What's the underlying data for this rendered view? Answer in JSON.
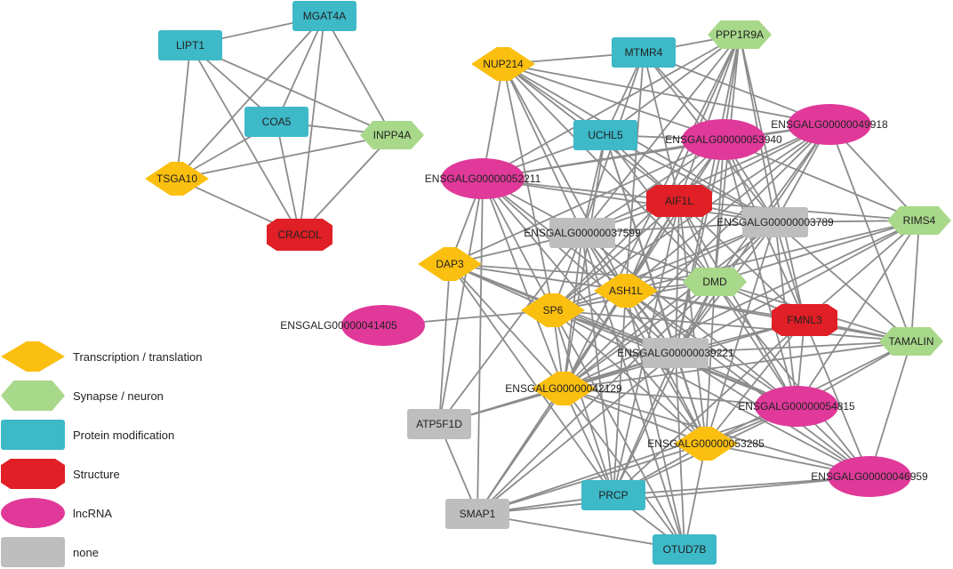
{
  "categories": {
    "transcription": {
      "label": "Transcription / translation",
      "color": "#FBBF0F"
    },
    "synapse": {
      "label": "Synapse / neuron",
      "color": "#A8D88A"
    },
    "protein": {
      "label": "Protein modification",
      "color": "#3DB9C8"
    },
    "structure": {
      "label": "Structure",
      "color": "#E01F26"
    },
    "lncrna": {
      "label": "lncRNA",
      "color": "#E0399A"
    },
    "none": {
      "label": "none",
      "color": "#BEBEBE"
    }
  },
  "legend": [
    "transcription",
    "synapse",
    "protein",
    "structure",
    "lncrna",
    "none"
  ],
  "nodes": [
    {
      "id": "LIPT1",
      "label": "LIPT1",
      "category": "protein"
    },
    {
      "id": "MGAT4A",
      "label": "MGAT4A",
      "category": "protein"
    },
    {
      "id": "COA5",
      "label": "COA5",
      "category": "protein"
    },
    {
      "id": "INPP4A",
      "label": "INPP4A",
      "category": "synapse"
    },
    {
      "id": "TSGA10",
      "label": "TSGA10",
      "category": "transcription"
    },
    {
      "id": "CRACDL",
      "label": "CRACDL",
      "category": "structure"
    },
    {
      "id": "NUP214",
      "label": "NUP214",
      "category": "transcription"
    },
    {
      "id": "MTMR4",
      "label": "MTMR4",
      "category": "protein"
    },
    {
      "id": "PPP1R9A",
      "label": "PPP1R9A",
      "category": "synapse"
    },
    {
      "id": "UCHL5",
      "label": "UCHL5",
      "category": "protein"
    },
    {
      "id": "E53940",
      "label": "ENSGALG00000053940",
      "category": "lncrna"
    },
    {
      "id": "E49918",
      "label": "ENSGALG00000049918",
      "category": "lncrna"
    },
    {
      "id": "E52211",
      "label": "ENSGALG00000052211",
      "category": "lncrna"
    },
    {
      "id": "AIF1L",
      "label": "AIF1L",
      "category": "structure"
    },
    {
      "id": "E37599",
      "label": "ENSGALG00000037599",
      "category": "none"
    },
    {
      "id": "E03789",
      "label": "ENSGALG00000003789",
      "category": "none"
    },
    {
      "id": "RIMS4",
      "label": "RIMS4",
      "category": "synapse"
    },
    {
      "id": "DAP3",
      "label": "DAP3",
      "category": "transcription"
    },
    {
      "id": "ASH1L",
      "label": "ASH1L",
      "category": "transcription"
    },
    {
      "id": "DMD",
      "label": "DMD",
      "category": "synapse"
    },
    {
      "id": "SP6",
      "label": "SP6",
      "category": "transcription"
    },
    {
      "id": "E41405",
      "label": "ENSGALG00000041405",
      "category": "lncrna"
    },
    {
      "id": "FMNL3",
      "label": "FMNL3",
      "category": "structure"
    },
    {
      "id": "TAMALIN",
      "label": "TAMALIN",
      "category": "synapse"
    },
    {
      "id": "E39221",
      "label": "ENSGALG00000039221",
      "category": "none"
    },
    {
      "id": "E42129",
      "label": "ENSGALG00000042129",
      "category": "transcription"
    },
    {
      "id": "E54815",
      "label": "ENSGALG00000054815",
      "category": "lncrna"
    },
    {
      "id": "ATP5F1D",
      "label": "ATP5F1D",
      "category": "none"
    },
    {
      "id": "E53285",
      "label": "ENSGALG00000053285",
      "category": "transcription"
    },
    {
      "id": "E46959",
      "label": "ENSGALG00000046959",
      "category": "lncrna"
    },
    {
      "id": "PRCP",
      "label": "PRCP",
      "category": "protein"
    },
    {
      "id": "SMAP1",
      "label": "SMAP1",
      "category": "none"
    },
    {
      "id": "OTUD7B",
      "label": "OTUD7B",
      "category": "protein"
    }
  ],
  "edges": [
    [
      "LIPT1",
      "MGAT4A"
    ],
    [
      "LIPT1",
      "INPP4A"
    ],
    [
      "LIPT1",
      "TSGA10"
    ],
    [
      "LIPT1",
      "CRACDL"
    ],
    [
      "LIPT1",
      "COA5"
    ],
    [
      "MGAT4A",
      "COA5"
    ],
    [
      "MGAT4A",
      "INPP4A"
    ],
    [
      "MGAT4A",
      "TSGA10"
    ],
    [
      "MGAT4A",
      "CRACDL"
    ],
    [
      "COA5",
      "INPP4A"
    ],
    [
      "COA5",
      "TSGA10"
    ],
    [
      "COA5",
      "CRACDL"
    ],
    [
      "INPP4A",
      "TSGA10"
    ],
    [
      "INPP4A",
      "CRACDL"
    ],
    [
      "TSGA10",
      "CRACDL"
    ],
    [
      "NUP214",
      "MTMR4"
    ],
    [
      "NUP214",
      "UCHL5"
    ],
    [
      "NUP214",
      "E53940"
    ],
    [
      "NUP214",
      "E49918"
    ],
    [
      "NUP214",
      "E52211"
    ],
    [
      "NUP214",
      "AIF1L"
    ],
    [
      "NUP214",
      "E37599"
    ],
    [
      "NUP214",
      "E03789"
    ],
    [
      "NUP214",
      "ASH1L"
    ],
    [
      "NUP214",
      "DMD"
    ],
    [
      "NUP214",
      "SP6"
    ],
    [
      "MTMR4",
      "PPP1R9A"
    ],
    [
      "MTMR4",
      "UCHL5"
    ],
    [
      "MTMR4",
      "E53940"
    ],
    [
      "MTMR4",
      "E49918"
    ],
    [
      "MTMR4",
      "AIF1L"
    ],
    [
      "MTMR4",
      "E03789"
    ],
    [
      "MTMR4",
      "E37599"
    ],
    [
      "MTMR4",
      "ASH1L"
    ],
    [
      "PPP1R9A",
      "UCHL5"
    ],
    [
      "PPP1R9A",
      "E53940"
    ],
    [
      "PPP1R9A",
      "E52211"
    ],
    [
      "PPP1R9A",
      "AIF1L"
    ],
    [
      "PPP1R9A",
      "E37599"
    ],
    [
      "PPP1R9A",
      "E03789"
    ],
    [
      "PPP1R9A",
      "ASH1L"
    ],
    [
      "PPP1R9A",
      "DMD"
    ],
    [
      "PPP1R9A",
      "FMNL3"
    ],
    [
      "PPP1R9A",
      "E42129"
    ],
    [
      "PPP1R9A",
      "E39221"
    ],
    [
      "UCHL5",
      "E53940"
    ],
    [
      "UCHL5",
      "E52211"
    ],
    [
      "UCHL5",
      "AIF1L"
    ],
    [
      "UCHL5",
      "E37599"
    ],
    [
      "UCHL5",
      "E03789"
    ],
    [
      "UCHL5",
      "E39221"
    ],
    [
      "UCHL5",
      "DMD"
    ],
    [
      "UCHL5",
      "E42129"
    ],
    [
      "UCHL5",
      "E53285"
    ],
    [
      "E53940",
      "E49918"
    ],
    [
      "E53940",
      "E52211"
    ],
    [
      "E53940",
      "AIF1L"
    ],
    [
      "E53940",
      "E37599"
    ],
    [
      "E53940",
      "E03789"
    ],
    [
      "E53940",
      "RIMS4"
    ],
    [
      "E53940",
      "DAP3"
    ],
    [
      "E53940",
      "ASH1L"
    ],
    [
      "E53940",
      "DMD"
    ],
    [
      "E53940",
      "SP6"
    ],
    [
      "E53940",
      "FMNL3"
    ],
    [
      "E53940",
      "E39221"
    ],
    [
      "E53940",
      "E54815"
    ],
    [
      "E49918",
      "E52211"
    ],
    [
      "E49918",
      "AIF1L"
    ],
    [
      "E49918",
      "E37599"
    ],
    [
      "E49918",
      "E03789"
    ],
    [
      "E49918",
      "RIMS4"
    ],
    [
      "E49918",
      "ASH1L"
    ],
    [
      "E49918",
      "DMD"
    ],
    [
      "E49918",
      "SP6"
    ],
    [
      "E49918",
      "E39221"
    ],
    [
      "E49918",
      "E42129"
    ],
    [
      "E49918",
      "TAMALIN"
    ],
    [
      "E52211",
      "AIF1L"
    ],
    [
      "E52211",
      "E37599"
    ],
    [
      "E52211",
      "E03789"
    ],
    [
      "E52211",
      "DAP3"
    ],
    [
      "E52211",
      "ASH1L"
    ],
    [
      "E52211",
      "SP6"
    ],
    [
      "E52211",
      "E42129"
    ],
    [
      "E52211",
      "E39221"
    ],
    [
      "E52211",
      "E53285"
    ],
    [
      "E52211",
      "ATP5F1D"
    ],
    [
      "E52211",
      "SMAP1"
    ],
    [
      "AIF1L",
      "E37599"
    ],
    [
      "AIF1L",
      "E03789"
    ],
    [
      "AIF1L",
      "RIMS4"
    ],
    [
      "AIF1L",
      "ASH1L"
    ],
    [
      "AIF1L",
      "DMD"
    ],
    [
      "AIF1L",
      "SP6"
    ],
    [
      "AIF1L",
      "FMNL3"
    ],
    [
      "AIF1L",
      "E39221"
    ],
    [
      "AIF1L",
      "E42129"
    ],
    [
      "AIF1L",
      "E54815"
    ],
    [
      "AIF1L",
      "E53285"
    ],
    [
      "AIF1L",
      "PRCP"
    ],
    [
      "E37599",
      "E03789"
    ],
    [
      "E37599",
      "DAP3"
    ],
    [
      "E37599",
      "ASH1L"
    ],
    [
      "E37599",
      "DMD"
    ],
    [
      "E37599",
      "SP6"
    ],
    [
      "E37599",
      "E39221"
    ],
    [
      "E37599",
      "E42129"
    ],
    [
      "E37599",
      "E54815"
    ],
    [
      "E37599",
      "E53285"
    ],
    [
      "E37599",
      "PRCP"
    ],
    [
      "E37599",
      "OTUD7B"
    ],
    [
      "E03789",
      "RIMS4"
    ],
    [
      "E03789",
      "ASH1L"
    ],
    [
      "E03789",
      "DMD"
    ],
    [
      "E03789",
      "SP6"
    ],
    [
      "E03789",
      "FMNL3"
    ],
    [
      "E03789",
      "E39221"
    ],
    [
      "E03789",
      "E42129"
    ],
    [
      "E03789",
      "TAMALIN"
    ],
    [
      "E03789",
      "E54815"
    ],
    [
      "E03789",
      "E53285"
    ],
    [
      "RIMS4",
      "DMD"
    ],
    [
      "RIMS4",
      "FMNL3"
    ],
    [
      "RIMS4",
      "TAMALIN"
    ],
    [
      "RIMS4",
      "E39221"
    ],
    [
      "RIMS4",
      "E42129"
    ],
    [
      "RIMS4",
      "E54815"
    ],
    [
      "RIMS4",
      "ASH1L"
    ],
    [
      "DAP3",
      "ASH1L"
    ],
    [
      "DAP3",
      "SP6"
    ],
    [
      "DAP3",
      "DMD"
    ],
    [
      "DAP3",
      "E39221"
    ],
    [
      "DAP3",
      "E42129"
    ],
    [
      "DAP3",
      "ATP5F1D"
    ],
    [
      "DAP3",
      "E54815"
    ],
    [
      "DAP3",
      "PRCP"
    ],
    [
      "ASH1L",
      "DMD"
    ],
    [
      "ASH1L",
      "SP6"
    ],
    [
      "ASH1L",
      "E39221"
    ],
    [
      "ASH1L",
      "E42129"
    ],
    [
      "ASH1L",
      "FMNL3"
    ],
    [
      "ASH1L",
      "TAMALIN"
    ],
    [
      "ASH1L",
      "E54815"
    ],
    [
      "ASH1L",
      "E53285"
    ],
    [
      "ASH1L",
      "E46959"
    ],
    [
      "ASH1L",
      "PRCP"
    ],
    [
      "ASH1L",
      "SMAP1"
    ],
    [
      "ASH1L",
      "OTUD7B"
    ],
    [
      "DMD",
      "SP6"
    ],
    [
      "DMD",
      "FMNL3"
    ],
    [
      "DMD",
      "E39221"
    ],
    [
      "DMD",
      "E42129"
    ],
    [
      "DMD",
      "TAMALIN"
    ],
    [
      "DMD",
      "E54815"
    ],
    [
      "DMD",
      "E53285"
    ],
    [
      "DMD",
      "PRCP"
    ],
    [
      "DMD",
      "E46959"
    ],
    [
      "DMD",
      "SMAP1"
    ],
    [
      "SP6",
      "E41405"
    ],
    [
      "SP6",
      "E39221"
    ],
    [
      "SP6",
      "E42129"
    ],
    [
      "SP6",
      "E54815"
    ],
    [
      "SP6",
      "E53285"
    ],
    [
      "SP6",
      "PRCP"
    ],
    [
      "SP6",
      "E46959"
    ],
    [
      "SP6",
      "OTUD7B"
    ],
    [
      "SP6",
      "TAMALIN"
    ],
    [
      "FMNL3",
      "TAMALIN"
    ],
    [
      "FMNL3",
      "E39221"
    ],
    [
      "FMNL3",
      "E54815"
    ],
    [
      "FMNL3",
      "E53285"
    ],
    [
      "FMNL3",
      "E46959"
    ],
    [
      "FMNL3",
      "E42129"
    ],
    [
      "FMNL3",
      "PRCP"
    ],
    [
      "TAMALIN",
      "E39221"
    ],
    [
      "TAMALIN",
      "E54815"
    ],
    [
      "TAMALIN",
      "E53285"
    ],
    [
      "TAMALIN",
      "E46959"
    ],
    [
      "TAMALIN",
      "E42129"
    ],
    [
      "E39221",
      "E42129"
    ],
    [
      "E39221",
      "E54815"
    ],
    [
      "E39221",
      "E53285"
    ],
    [
      "E39221",
      "E46959"
    ],
    [
      "E39221",
      "PRCP"
    ],
    [
      "E39221",
      "SMAP1"
    ],
    [
      "E39221",
      "OTUD7B"
    ],
    [
      "E39221",
      "ATP5F1D"
    ],
    [
      "E42129",
      "E54815"
    ],
    [
      "E42129",
      "E53285"
    ],
    [
      "E42129",
      "ATP5F1D"
    ],
    [
      "E42129",
      "PRCP"
    ],
    [
      "E42129",
      "SMAP1"
    ],
    [
      "E42129",
      "OTUD7B"
    ],
    [
      "E42129",
      "E46959"
    ],
    [
      "E54815",
      "E53285"
    ],
    [
      "E54815",
      "E46959"
    ],
    [
      "E54815",
      "PRCP"
    ],
    [
      "E54815",
      "SMAP1"
    ],
    [
      "E53285",
      "E46959"
    ],
    [
      "E53285",
      "PRCP"
    ],
    [
      "E53285",
      "SMAP1"
    ],
    [
      "E53285",
      "OTUD7B"
    ],
    [
      "E46959",
      "PRCP"
    ],
    [
      "E46959",
      "SMAP1"
    ],
    [
      "ATP5F1D",
      "SMAP1"
    ],
    [
      "PRCP",
      "SMAP1"
    ],
    [
      "PRCP",
      "OTUD7B"
    ],
    [
      "SMAP1",
      "OTUD7B"
    ],
    [
      "ATP5F1D",
      "E37599"
    ]
  ]
}
